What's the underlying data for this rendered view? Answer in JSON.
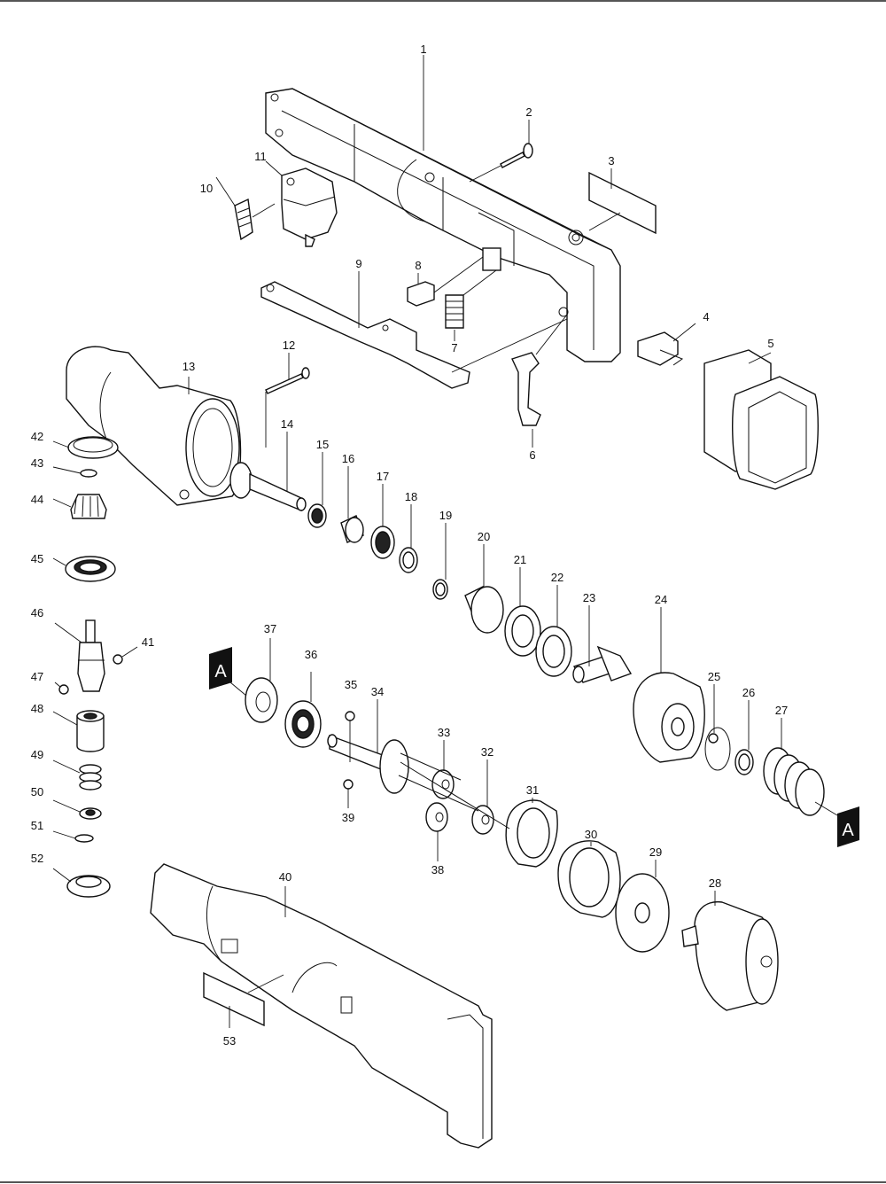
{
  "diagram": {
    "type": "exploded-parts-diagram",
    "subject": "right-angle cordless drill/driver",
    "connection_marker": "A",
    "callouts": [
      "1",
      "2",
      "3",
      "4",
      "5",
      "6",
      "7",
      "8",
      "9",
      "10",
      "11",
      "12",
      "13",
      "14",
      "15",
      "16",
      "17",
      "18",
      "19",
      "20",
      "21",
      "22",
      "23",
      "24",
      "25",
      "26",
      "27",
      "28",
      "29",
      "30",
      "31",
      "32",
      "33",
      "34",
      "35",
      "36",
      "37",
      "38",
      "39",
      "40",
      "41",
      "42",
      "43",
      "44",
      "45",
      "46",
      "47",
      "48",
      "49",
      "50",
      "51",
      "52",
      "53"
    ],
    "parts": [
      {
        "id": "1",
        "shape": "housing-half"
      },
      {
        "id": "2",
        "shape": "screw"
      },
      {
        "id": "3",
        "shape": "label-plate"
      },
      {
        "id": "4",
        "shape": "terminal"
      },
      {
        "id": "5",
        "shape": "battery-pack"
      },
      {
        "id": "6",
        "shape": "lever"
      },
      {
        "id": "7",
        "shape": "spring"
      },
      {
        "id": "8",
        "shape": "block"
      },
      {
        "id": "9",
        "shape": "switch-lever"
      },
      {
        "id": "10",
        "shape": "button"
      },
      {
        "id": "11",
        "shape": "switch"
      },
      {
        "id": "12",
        "shape": "screw"
      },
      {
        "id": "13",
        "shape": "gear-housing"
      },
      {
        "id": "14",
        "shape": "spindle-gear"
      },
      {
        "id": "15",
        "shape": "bearing"
      },
      {
        "id": "16",
        "shape": "sleeve"
      },
      {
        "id": "17",
        "shape": "bearing"
      },
      {
        "id": "18",
        "shape": "retaining-ring"
      },
      {
        "id": "19",
        "shape": "retaining-ring"
      },
      {
        "id": "20",
        "shape": "sleeve"
      },
      {
        "id": "21",
        "shape": "washer"
      },
      {
        "id": "22",
        "shape": "washer"
      },
      {
        "id": "23",
        "shape": "shaft"
      },
      {
        "id": "24",
        "shape": "clutch-housing"
      },
      {
        "id": "25",
        "shape": "ball"
      },
      {
        "id": "26",
        "shape": "ring"
      },
      {
        "id": "27",
        "shape": "spring"
      },
      {
        "id": "28",
        "shape": "motor"
      },
      {
        "id": "29",
        "shape": "washer"
      },
      {
        "id": "30",
        "shape": "ring-gear"
      },
      {
        "id": "31",
        "shape": "ring-gear"
      },
      {
        "id": "32",
        "shape": "planet-gear"
      },
      {
        "id": "33",
        "shape": "planet-gear"
      },
      {
        "id": "34",
        "shape": "carrier"
      },
      {
        "id": "35",
        "shape": "ball"
      },
      {
        "id": "36",
        "shape": "bearing"
      },
      {
        "id": "37",
        "shape": "bearing"
      },
      {
        "id": "38",
        "shape": "planet-gear"
      },
      {
        "id": "39",
        "shape": "ball"
      },
      {
        "id": "40",
        "shape": "housing-half"
      },
      {
        "id": "41",
        "shape": "ball"
      },
      {
        "id": "42",
        "shape": "ring"
      },
      {
        "id": "43",
        "shape": "o-ring"
      },
      {
        "id": "44",
        "shape": "bevel-gear"
      },
      {
        "id": "45",
        "shape": "bearing"
      },
      {
        "id": "46",
        "shape": "spindle"
      },
      {
        "id": "47",
        "shape": "ball"
      },
      {
        "id": "48",
        "shape": "sleeve"
      },
      {
        "id": "49",
        "shape": "spring"
      },
      {
        "id": "50",
        "shape": "washer"
      },
      {
        "id": "51",
        "shape": "o-ring"
      },
      {
        "id": "52",
        "shape": "ring"
      },
      {
        "id": "53",
        "shape": "label-plate"
      }
    ]
  }
}
